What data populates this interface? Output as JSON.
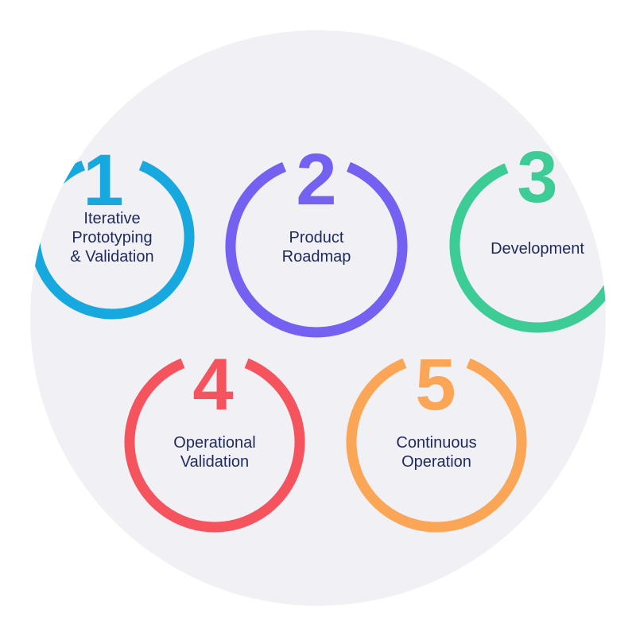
{
  "colors": {
    "background_circle": "#f0f0f5",
    "label_text": "#1f2a5c"
  },
  "steps": [
    {
      "number": "1",
      "label_lines": [
        "Iterative",
        "Prototyping",
        "& Validation"
      ],
      "color": "#18a8e0"
    },
    {
      "number": "2",
      "label_lines": [
        "Product",
        "Roadmap"
      ],
      "color": "#7461f2"
    },
    {
      "number": "3",
      "label_lines": [
        "Development"
      ],
      "color": "#3dcb96"
    },
    {
      "number": "4",
      "label_lines": [
        "Operational",
        "Validation"
      ],
      "color": "#f5535d"
    },
    {
      "number": "5",
      "label_lines": [
        "Continuous",
        "Operation"
      ],
      "color": "#fba556"
    }
  ]
}
